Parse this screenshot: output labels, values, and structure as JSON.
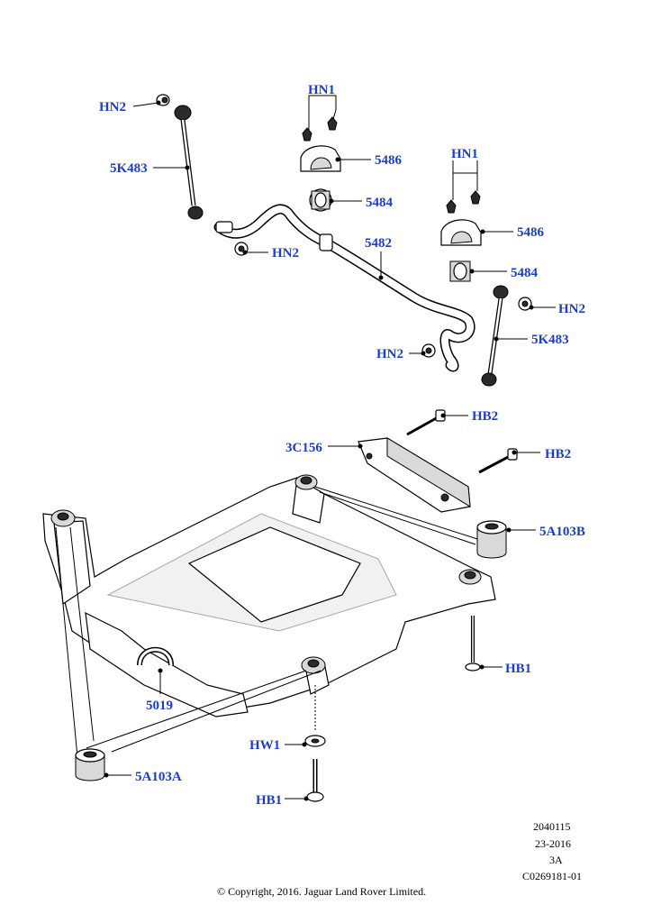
{
  "callouts": {
    "hn2_top_left": "HN2",
    "link_left": "5K483",
    "hn1_center": "HN1",
    "clamp_center": "5486",
    "bush_center": "5484",
    "bar": "5482",
    "hn2_bar_left": "HN2",
    "hn1_right": "HN1",
    "clamp_right": "5486",
    "bush_right": "5484",
    "hn2_right": "HN2",
    "link_right": "5K483",
    "hn2_lower": "HN2",
    "hb2_top": "HB2",
    "bracket": "3C156",
    "hb2_lower": "HB2",
    "mount_rear": "5A103B",
    "hb1_right": "HB1",
    "crossmember": "5019",
    "washer": "HW1",
    "hb1_bottom": "HB1",
    "mount_front": "5A103A"
  },
  "footer": {
    "code1": "2040115",
    "date": "23-2016",
    "rev": "3A",
    "ref": "C0269181-01",
    "copyright": "© Copyright, 2016. Jaguar Land Rover Limited."
  }
}
